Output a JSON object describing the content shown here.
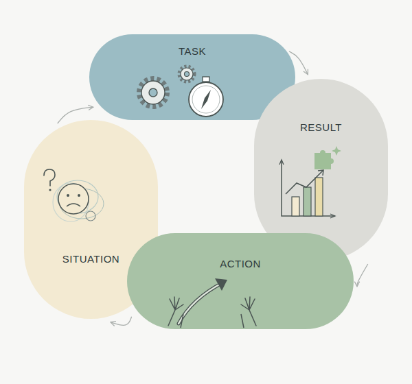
{
  "diagram": {
    "nodes": [
      {
        "text": [
          "SITUATION"
        ]
      },
      {
        "text": [
          "TASK"
        ]
      },
      {
        "text": [
          "RESULT"
        ]
      },
      {
        "text": [
          "ACTION"
        ]
      }
    ],
    "edges": [
      {
        "from": 0,
        "to": 1,
        "arrow": "to"
      },
      {
        "from": 1,
        "to": 2,
        "arrow": "to"
      },
      {
        "from": 2,
        "to": 3,
        "arrow": "to"
      },
      {
        "from": 3,
        "to": 0,
        "arrow": "to"
      }
    ]
  }
}
